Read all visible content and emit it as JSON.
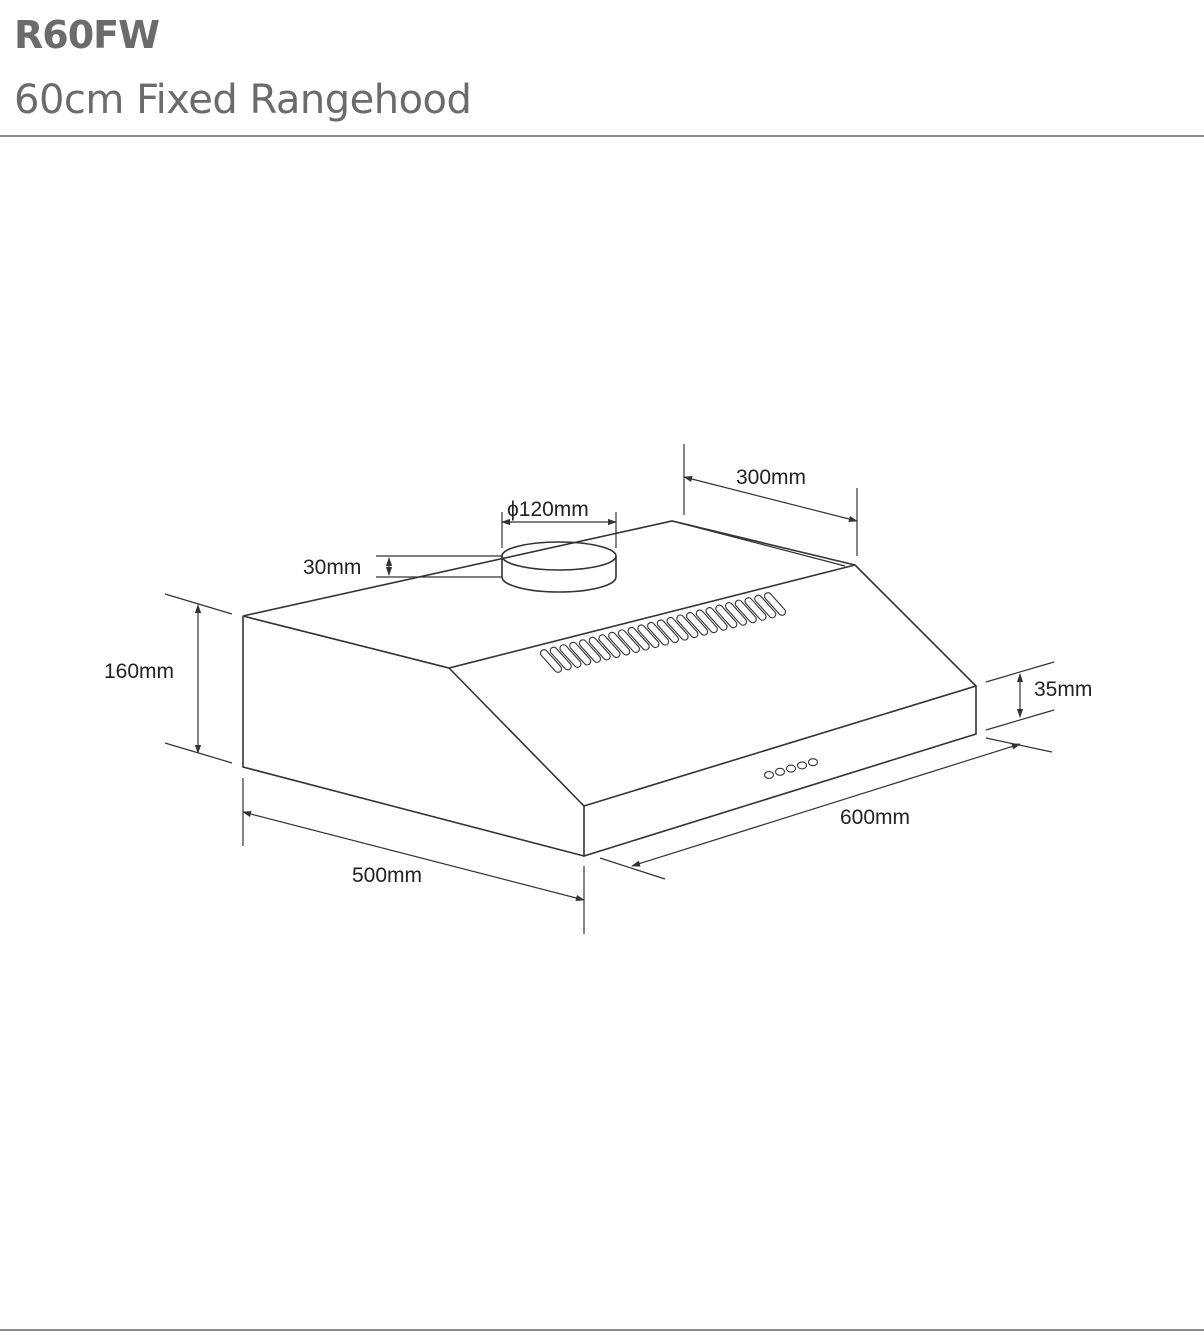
{
  "header": {
    "model": "R60FW",
    "subtitle": "60cm Fixed Rangehood"
  },
  "dimensions": {
    "depth_top": "300mm",
    "duct_diameter": "ϕ120mm",
    "duct_height": "30mm",
    "height": "160mm",
    "front_lip": "35mm",
    "width": "600mm",
    "depth": "500mm"
  }
}
